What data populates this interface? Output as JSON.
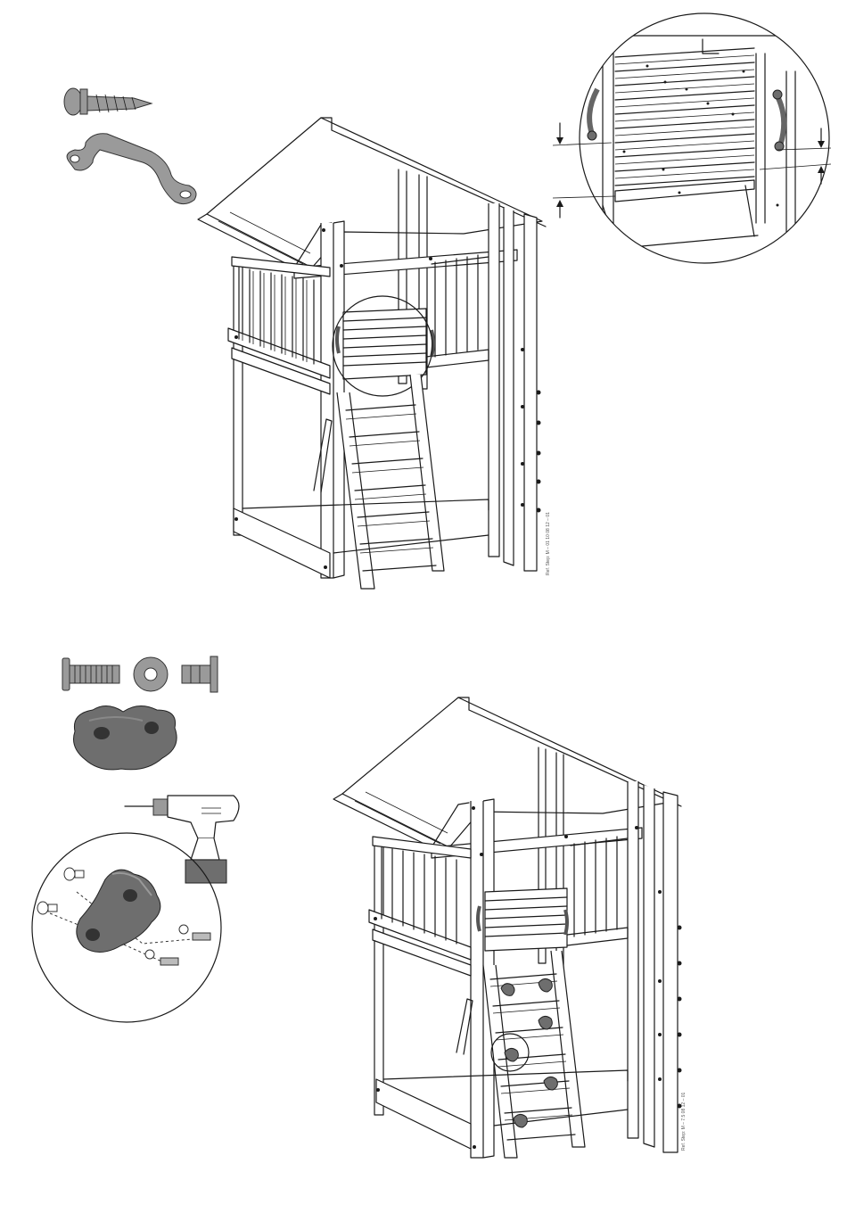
{
  "steps": [
    {
      "code": "Ref. Step: M – 01 10 08 12 – 01",
      "hardware": [
        "screw-icon",
        "grip-handle-icon"
      ],
      "detail": "handle-detail-circle"
    },
    {
      "code": "Ref. Step: M – 7.5 08 12 – 01",
      "hardware": [
        "bolt-icon",
        "washer-icon",
        "t-nut-icon",
        "climbing-stone-icon",
        "drill-icon"
      ],
      "detail": "climbing-stone-detail-circle"
    }
  ],
  "colors": {
    "line": "#1a1a1a",
    "part_grey": "#9a9a9a",
    "part_dark": "#6e6e6e"
  }
}
